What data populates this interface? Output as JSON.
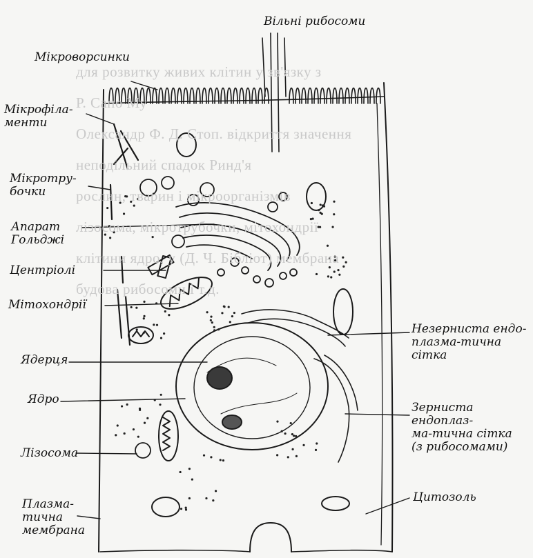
{
  "labels": {
    "free_ribosomes": "Вільні рибосоми",
    "microvilli": "Мікроворсинки",
    "microfilaments": "Мікрофіла-\nменти",
    "microtubules": "Мікротру-\nбочки",
    "golgi": "Апарат\nГольджі",
    "centrioles": "Центріолі",
    "mitochondria": "Мітохондрії",
    "nucleolus": "Ядерця",
    "nucleus": "Ядро",
    "lysosome": "Лізосома",
    "plasma_membrane": "Плазма-\nтична\nмембрана",
    "smooth_er": "Незерниста ендо-\nплазма-тична\nсітка",
    "rough_er": "Зерниста ендоплаз-\nма-тична сітка\n(з рибосомами)",
    "cytosol": "Цитозоль"
  },
  "background_text": [
    "для розвитку живих клітин у зв'язку з",
    "Р. Сапо                    Му",
    "Олександр Ф. Д. Стоп. відкриття значення",
    "неподільний спадок Ринд'я",
    "рослин, тварин і мікроорганізмів",
    "лізосома, мікротрубочки, мітохондрії",
    "клітини ядро, у (Д. Ч. Бібліот) мембрана",
    "будова рибосоми і т.д.",
    "",
    "",
    "",
    "",
    "",
    ""
  ]
}
